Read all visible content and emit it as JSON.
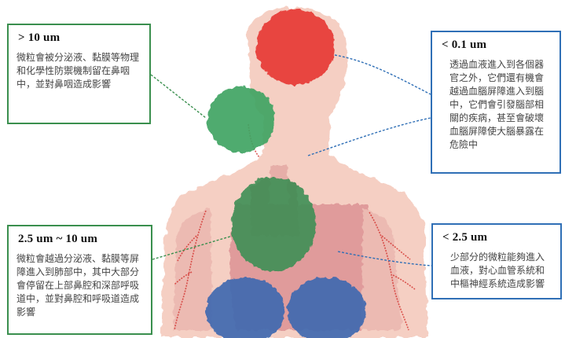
{
  "colors": {
    "green_box": "#3a8f4e",
    "blue_box": "#2f6fb6",
    "head_particle": "#e84440",
    "neck_particle": "#3fa463",
    "chest_particle": "#3f8f55",
    "lung_particle": "#3f68b0",
    "body_skin": "#f3c7b8"
  },
  "boxes": {
    "coarse": {
      "title": "> 10 um",
      "text": "微粒會被分泌液、黏膜等物理和化學性防禦機制留在鼻咽中，並對鼻咽造成影響"
    },
    "fine": {
      "title": "2.5 um ~ 10 um",
      "text": "微粒會越過分泌液、黏膜等屏障進入到肺部中，其中大部分會停留在上部鼻腔和深部呼吸道中，並對鼻腔和呼吸道造成影響"
    },
    "ultrafine": {
      "title": "< 0.1 um",
      "text": "透過血液進入到各個器官之外，它們還有機會越過血腦屏障進入到腦中，它們會引發腦部相關的疾病，甚至會破壞血腦屏障使大腦暴露在危險中"
    },
    "pm25": {
      "title": "< 2.5 um",
      "text": "少部分的微粒能夠進入血液，對心血管系統和中樞神經系統造成影響"
    }
  }
}
